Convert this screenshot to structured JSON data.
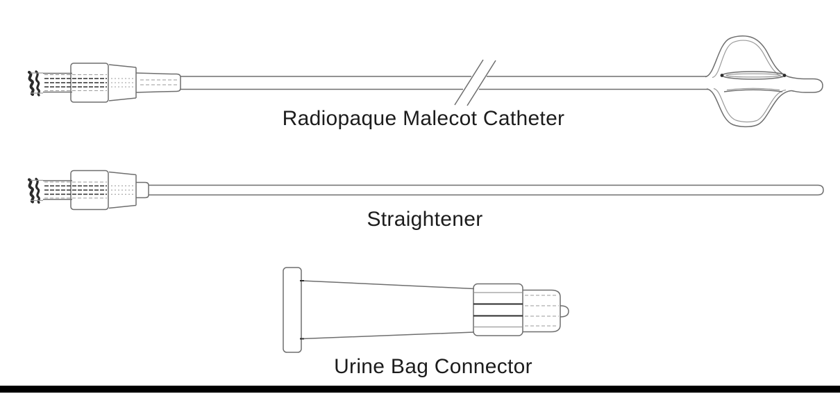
{
  "figure": {
    "items": [
      {
        "id": "malecot-catheter",
        "label": "Radiopaque Malecot Catheter"
      },
      {
        "id": "straightener",
        "label": "Straightener"
      },
      {
        "id": "urine-bag-connector",
        "label": "Urine Bag Connector"
      }
    ]
  },
  "colors": {
    "background": "#ffffff",
    "line": "#6e6e6e",
    "line_light": "#9a9a9a",
    "line_dark": "#2b2b2b",
    "text": "#1c1c1c",
    "footer_bar": "#000000"
  }
}
